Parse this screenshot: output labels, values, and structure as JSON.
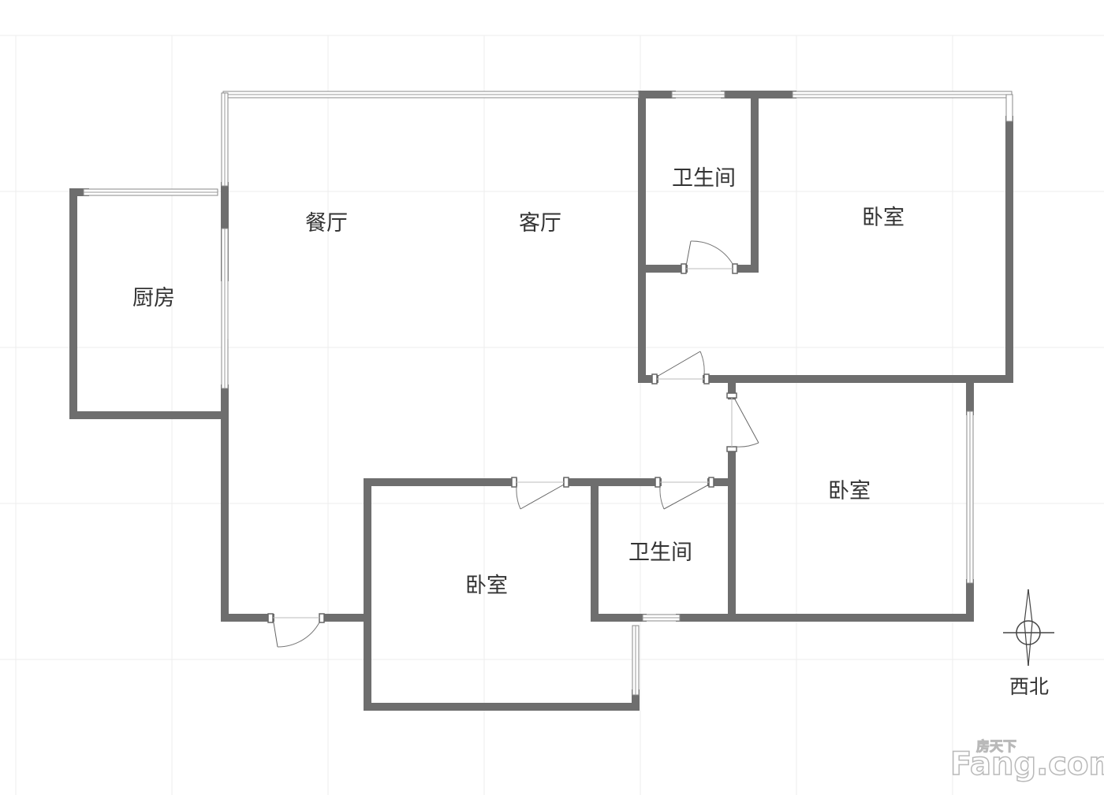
{
  "rooms": {
    "kitchen": "厨房",
    "dining": "餐厅",
    "living": "客厅",
    "bath_north": "卫生间",
    "bedroom_ne": "卧室",
    "bedroom_east": "卧室",
    "bath_south": "卫生间",
    "bedroom_south": "卧室"
  },
  "compass": {
    "label": "西北"
  },
  "watermark": {
    "brand": "Fang.com",
    "cn": "房天下"
  },
  "colors": {
    "wall": "#6e6e6e",
    "grid": "#ececec",
    "text": "#333333"
  }
}
